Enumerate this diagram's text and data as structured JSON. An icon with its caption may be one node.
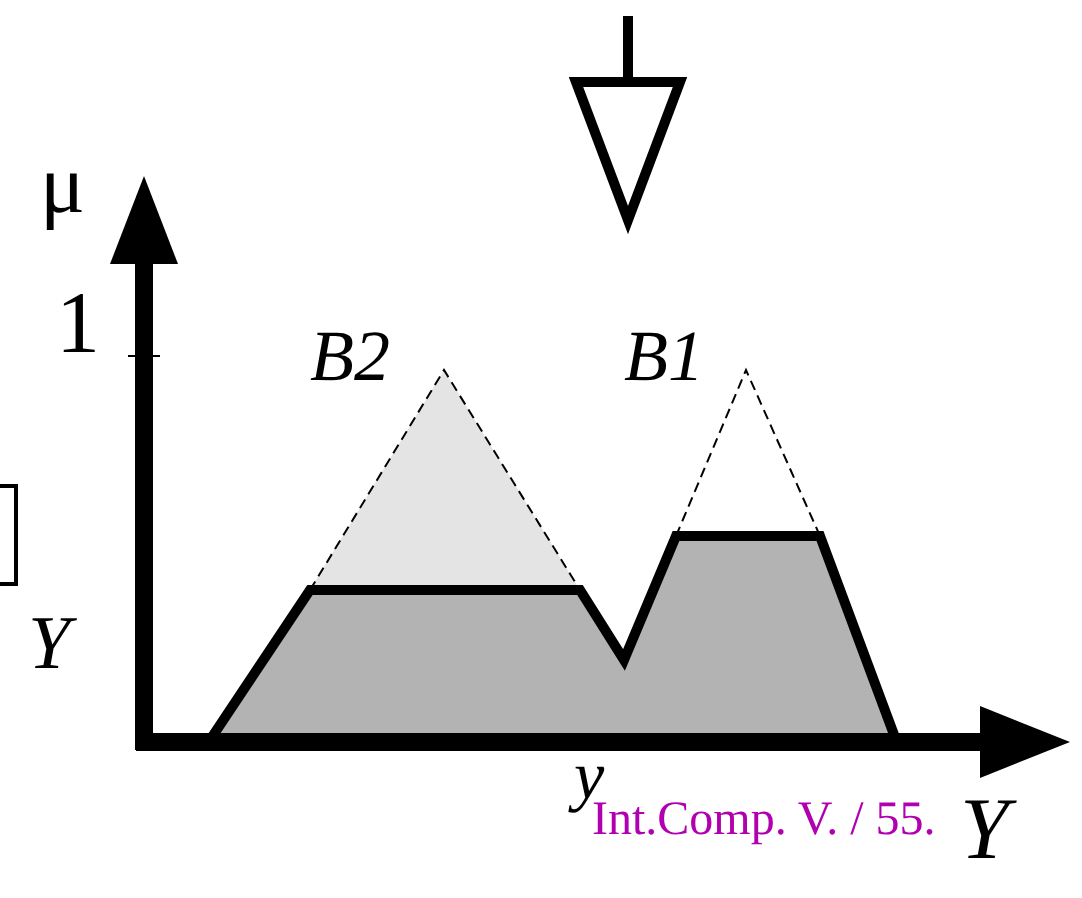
{
  "diagram": {
    "labels": [
      "μ",
      "1",
      "B2",
      "B1",
      "Y",
      "y",
      "Int.Comp. V. / 55.",
      "Y"
    ]
  }
}
